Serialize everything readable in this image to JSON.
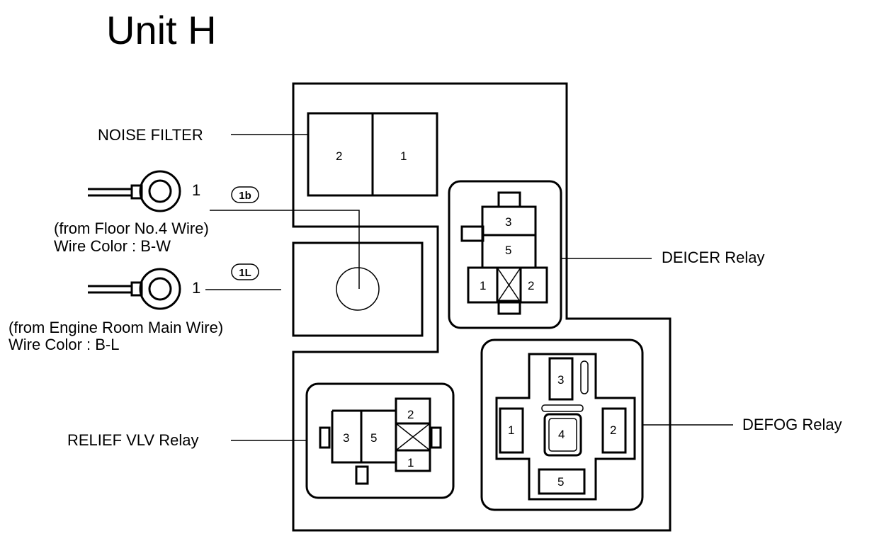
{
  "title": "Unit H",
  "labels": {
    "noise_filter": "NOISE FILTER",
    "deicer_relay": "DEICER Relay",
    "defog_relay": "DEFOG Relay",
    "relief_vlv_relay": "RELIEF VLV Relay"
  },
  "terminals": [
    {
      "pin": "1",
      "badge": "1b",
      "source": "(from Floor No.4 Wire)",
      "wire_color": "Wire Color : B-W"
    },
    {
      "pin": "1",
      "badge": "1L",
      "source": "(from Engine Room Main Wire)",
      "wire_color": "Wire Color : B-L"
    }
  ],
  "noise_filter_pins": [
    "2",
    "1"
  ],
  "deicer_pins": [
    "3",
    "5",
    "1",
    "2"
  ],
  "relief_pins": [
    "3",
    "5",
    "2",
    "1"
  ],
  "defog_pins": [
    "3",
    "1",
    "4",
    "2",
    "5"
  ]
}
